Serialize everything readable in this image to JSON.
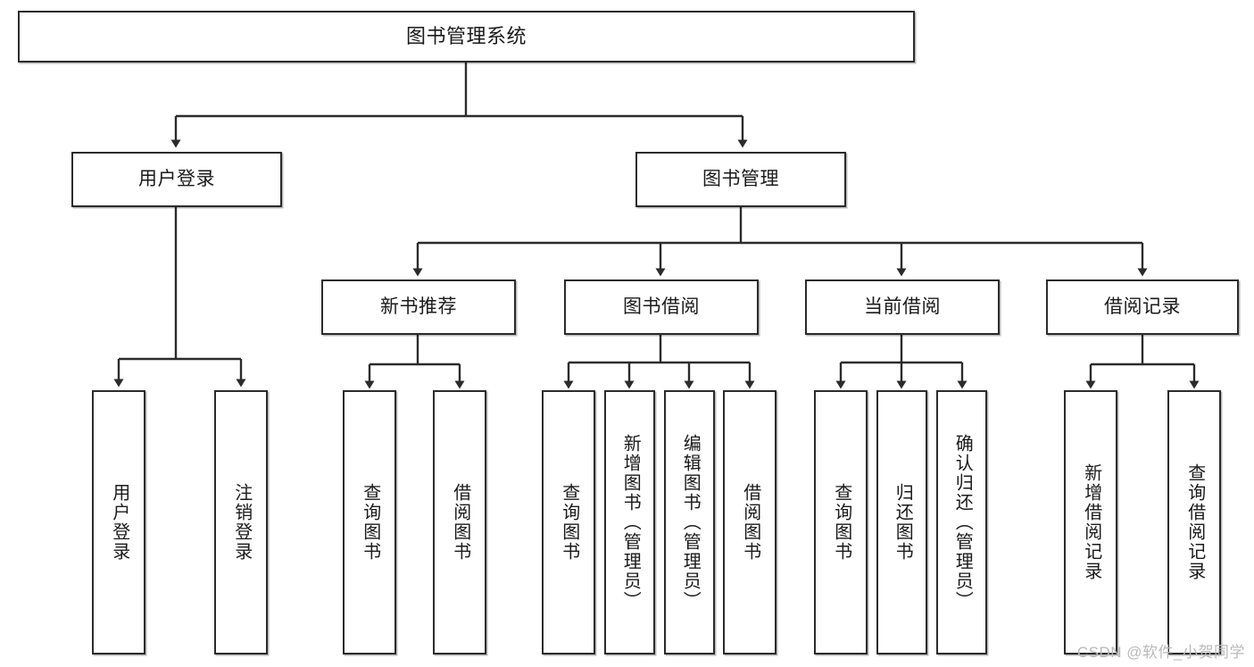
{
  "diagram": {
    "title": "图书管理系统",
    "type": "tree-hierarchy-diagram",
    "watermark": "CSDN @软件_小贺同学",
    "colors": {
      "box_border": "#2b2b2b",
      "box_fill": "#ffffff",
      "connector": "#2b2b2b",
      "text": "#1a1a1a",
      "watermark": "#b9b9b9"
    },
    "nodes": {
      "root": {
        "label": "图书管理系统"
      },
      "level2": [
        {
          "label": "用户登录"
        },
        {
          "label": "图书管理"
        }
      ],
      "level3": [
        {
          "label": "新书推荐"
        },
        {
          "label": "图书借阅"
        },
        {
          "label": "当前借阅"
        },
        {
          "label": "借阅记录"
        }
      ],
      "leaves": {
        "user_login": [
          {
            "label": "用户登录"
          },
          {
            "label": "注销登录"
          }
        ],
        "new_book_recommend": [
          {
            "label": "查询图书"
          },
          {
            "label": "借阅图书"
          }
        ],
        "book_borrow": [
          {
            "label": "查询图书"
          },
          {
            "label": "新增图书（管理员）"
          },
          {
            "label": "编辑图书（管理员）"
          },
          {
            "label": "借阅图书"
          }
        ],
        "current_borrow": [
          {
            "label": "查询图书"
          },
          {
            "label": "归还图书"
          },
          {
            "label": "确认归还（管理员）"
          }
        ],
        "borrow_record": [
          {
            "label": "新增借阅记录"
          },
          {
            "label": "查询借阅记录"
          }
        ]
      }
    }
  }
}
